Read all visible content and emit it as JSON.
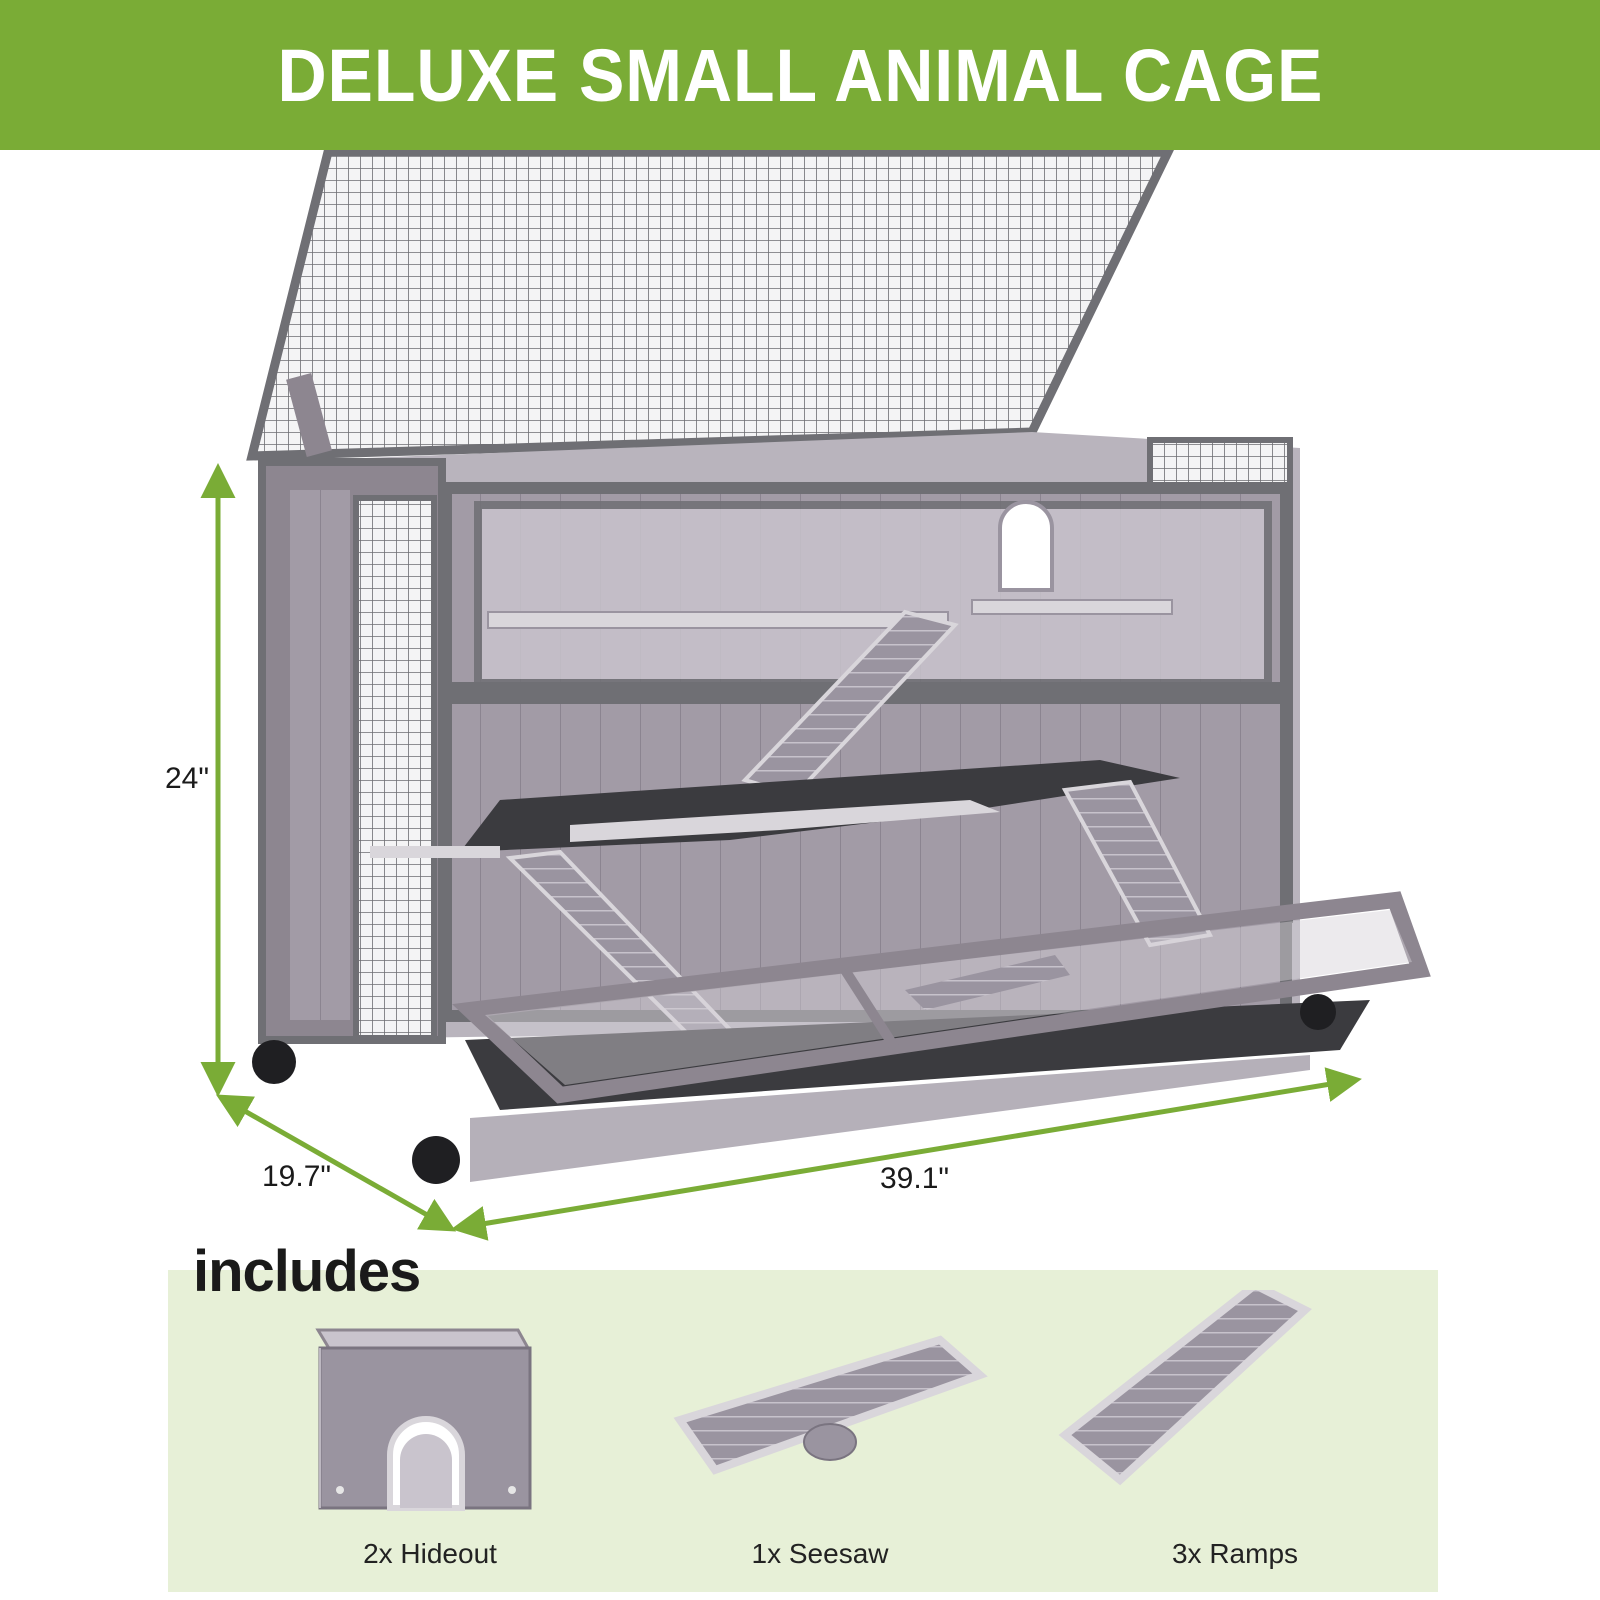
{
  "banner": {
    "title": "DELUXE SMALL ANIMAL CAGE"
  },
  "colors": {
    "banner_green": "#7aac36",
    "panel_green": "#e7f0d7",
    "wood_grey": "#8d8690",
    "frame_grey": "#6f6f74"
  },
  "dimensions": {
    "height": "24\"",
    "depth": "19.7\"",
    "width": "39.1\""
  },
  "includes": {
    "title": "includes",
    "items": [
      {
        "label": "2x Hideout",
        "icon": "hideout-icon"
      },
      {
        "label": "1x Seesaw",
        "icon": "seesaw-icon"
      },
      {
        "label": "3x Ramps",
        "icon": "ramp-icon"
      }
    ]
  }
}
